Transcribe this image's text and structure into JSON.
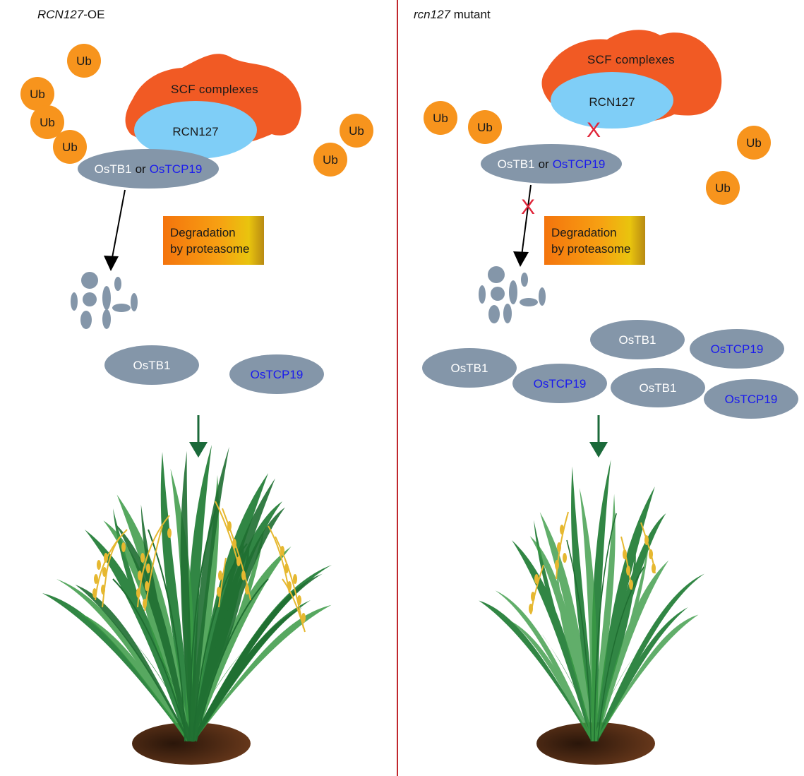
{
  "panels": {
    "left": {
      "title_italic": "RCN127",
      "title_rest": "-OE"
    },
    "right": {
      "title_italic": "rcn127",
      "title_rest": " mutant"
    }
  },
  "labels": {
    "ub": "Ub",
    "scf": "SCF  complexes",
    "rcn127": "RCN127",
    "ostb1": "OsTB1",
    "or": "or",
    "ostcp19": "OsTCP19",
    "degradation_line1": "Degradation",
    "degradation_line2": "by proteasome",
    "blocked_mark": "X"
  },
  "colors": {
    "ub_fill": "#f7941d",
    "scf_fill": "#f15a24",
    "rcn127_fill": "#7fcef7",
    "protein_fill": "#8496a9",
    "divider": "#c0272d",
    "block_x": "#e0263a",
    "arrow_green": "#1b6a3a",
    "leaf_green": "#2e8b3a",
    "grain": "#e6b830",
    "soil": "#4a2a14"
  }
}
